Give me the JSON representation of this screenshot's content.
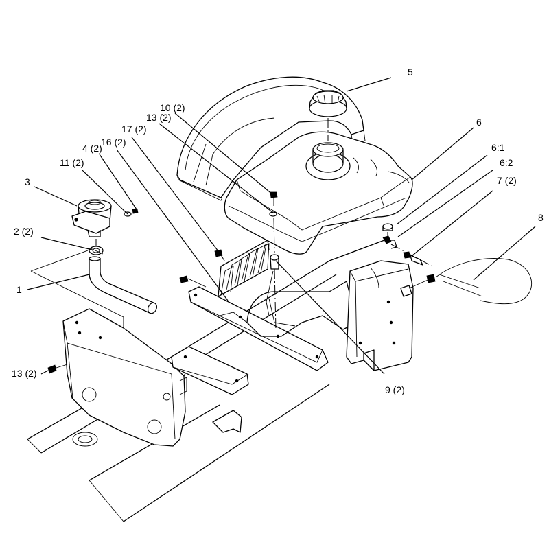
{
  "callouts": [
    {
      "id": "c1",
      "text": "1"
    },
    {
      "id": "c2",
      "text": "2 (2)"
    },
    {
      "id": "c3",
      "text": "3"
    },
    {
      "id": "c4",
      "text": "4 (2)"
    },
    {
      "id": "c5",
      "text": "5"
    },
    {
      "id": "c6",
      "text": "6"
    },
    {
      "id": "c61",
      "text": "6:1"
    },
    {
      "id": "c62",
      "text": "6:2"
    },
    {
      "id": "c7",
      "text": "7 (2)"
    },
    {
      "id": "c8",
      "text": "8"
    },
    {
      "id": "c9",
      "text": "9 (2)"
    },
    {
      "id": "c10",
      "text": "10 (2)"
    },
    {
      "id": "c11",
      "text": "11 (2)"
    },
    {
      "id": "c13a",
      "text": "13 (2)"
    },
    {
      "id": "c13b",
      "text": "13 (2)"
    },
    {
      "id": "c16",
      "text": "16 (2)"
    },
    {
      "id": "c17",
      "text": "17 (2)"
    }
  ]
}
